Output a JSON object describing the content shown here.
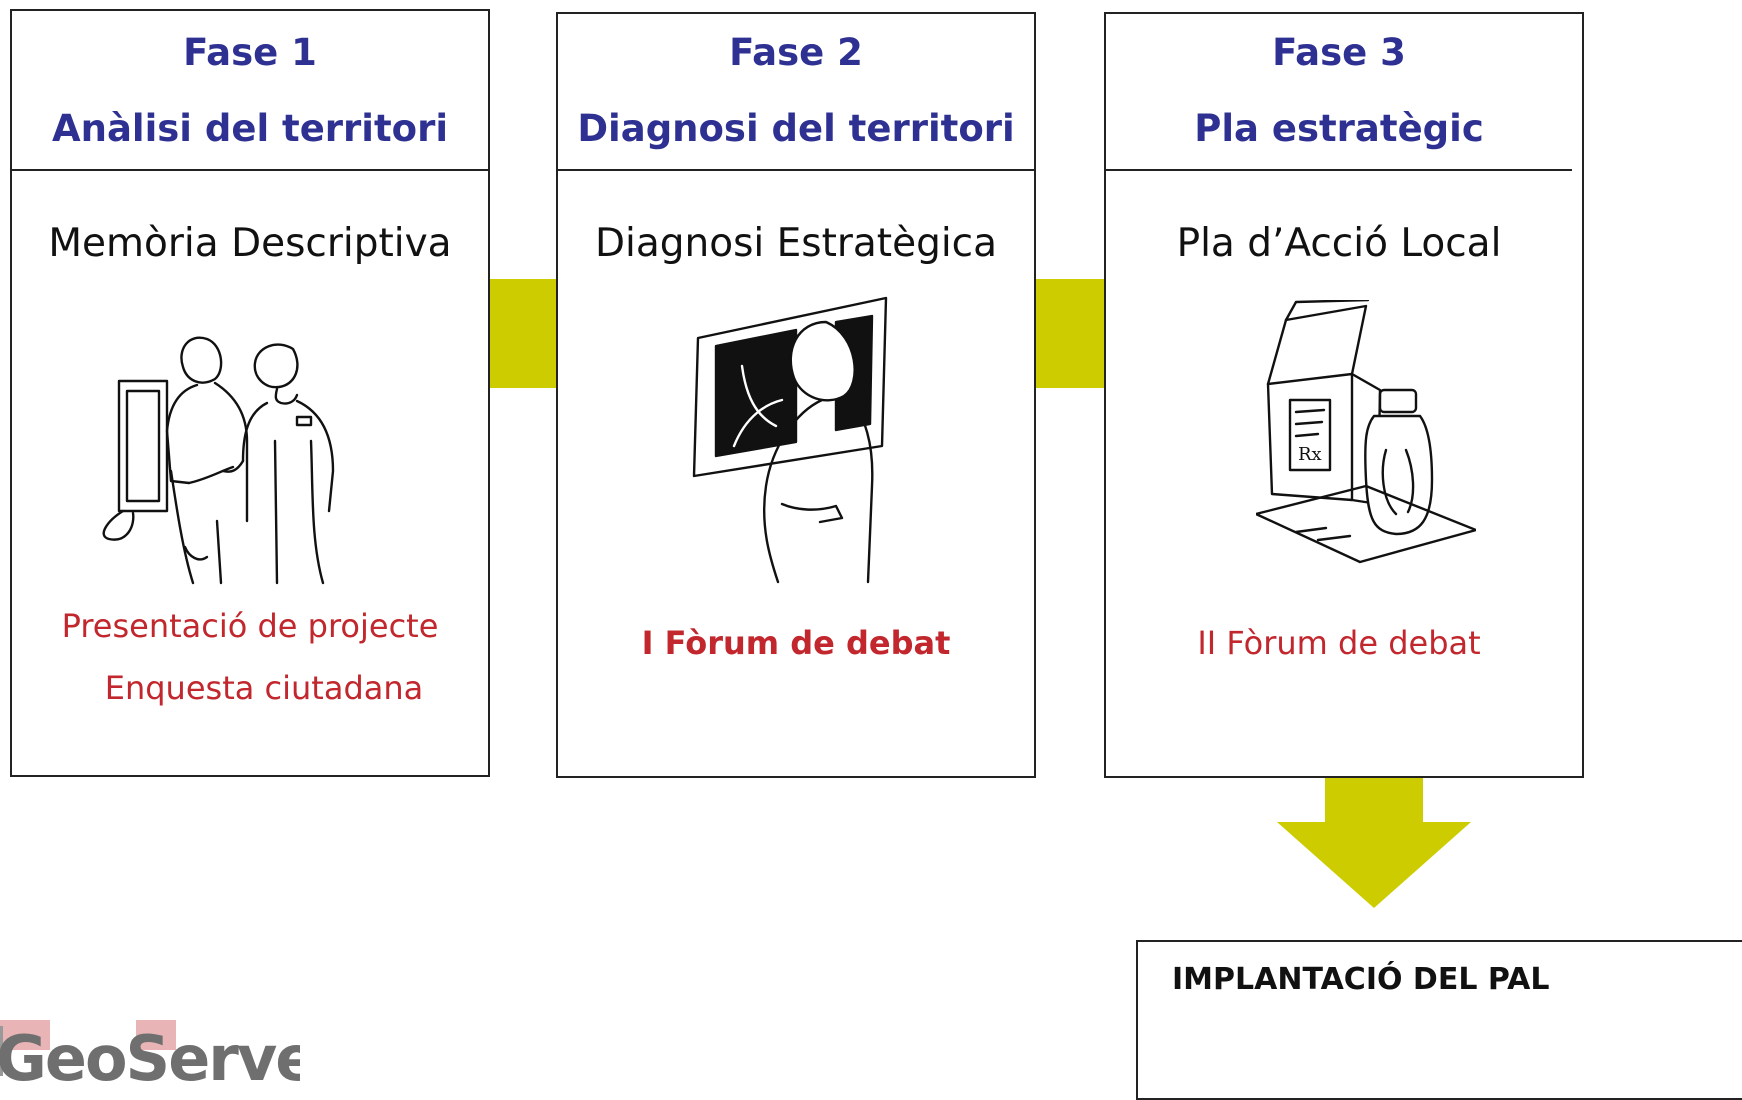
{
  "phases": [
    {
      "phase_label": "Fase 1",
      "phase_title": "Anàlisi del territori",
      "document": "Memòria Descriptiva",
      "activities": [
        "Presentació de projecte",
        "Enquesta ciutadana"
      ],
      "illustration_icon": "doctor-and-patient-icon"
    },
    {
      "phase_label": "Fase 2",
      "phase_title": "Diagnosi del territori",
      "document": "Diagnosi Estratègica",
      "activities": [
        "I Fòrum de debat"
      ],
      "illustration_icon": "xray-review-icon"
    },
    {
      "phase_label": "Fase 3",
      "phase_title": "Pla estratègic",
      "document": "Pla d’Acció Local",
      "activities": [
        "II Fòrum de debat"
      ],
      "illustration_icon": "medicine-box-icon"
    }
  ],
  "implementation_label": "IMPLANTACIÓ DEL PAL",
  "logo_text": "GeoServei",
  "colors": {
    "title": "#2e3192",
    "activity": "#c1272d",
    "connector": "#cccc00",
    "border": "#222222"
  }
}
